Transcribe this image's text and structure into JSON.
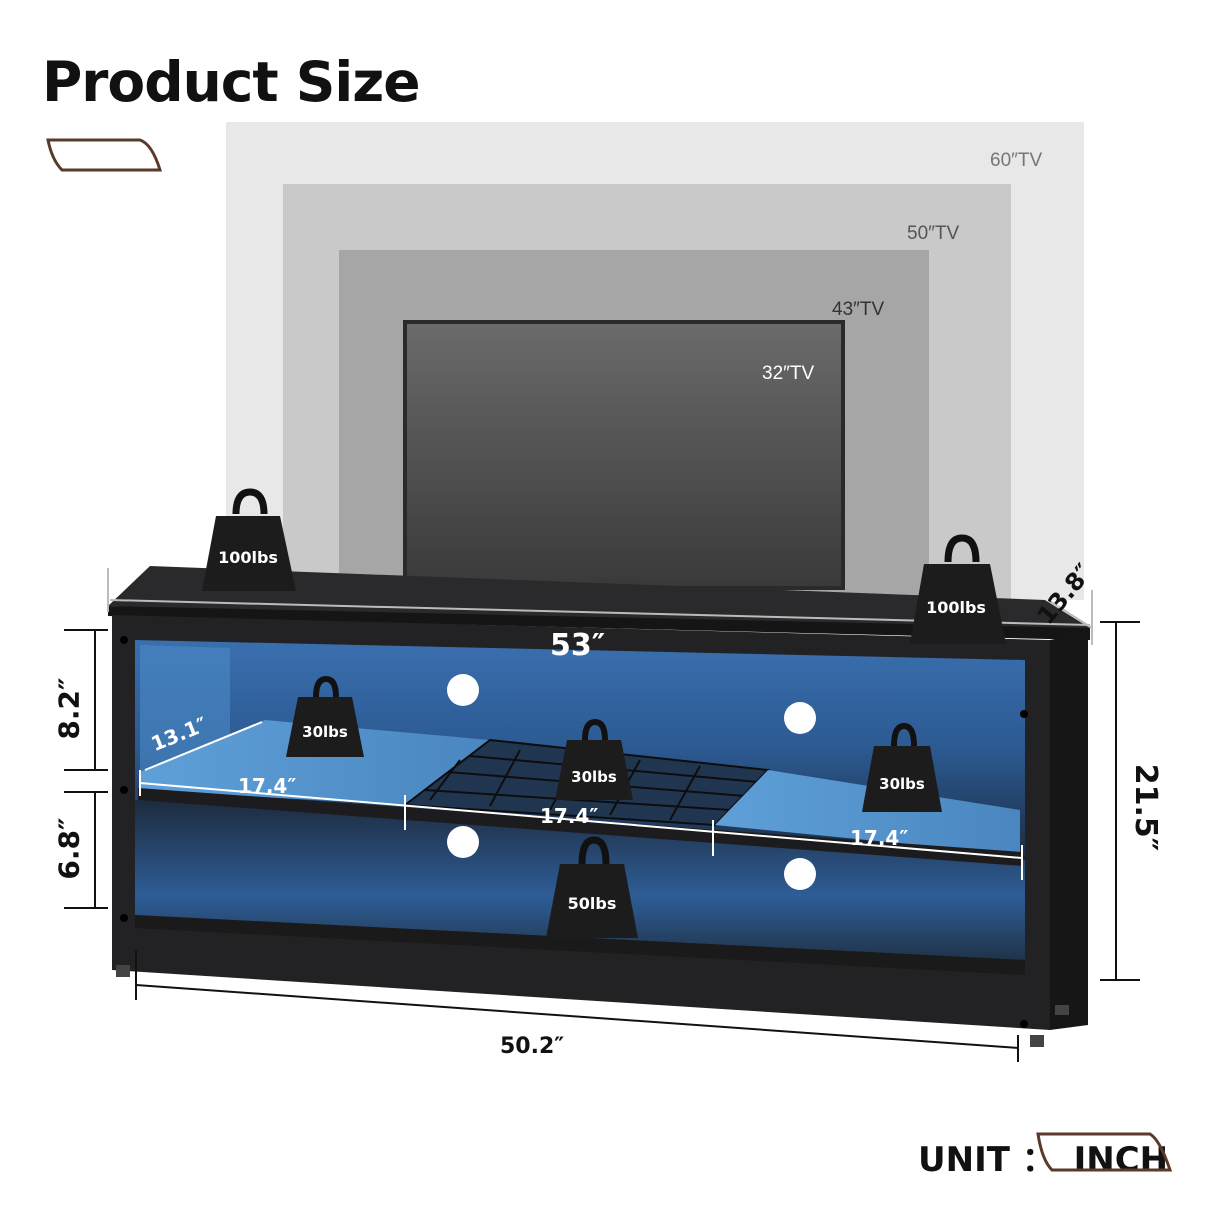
{
  "title": "Product Size",
  "tv_sizes": [
    {
      "label": "60″TV"
    },
    {
      "label": "50″TV"
    },
    {
      "label": "43″TV"
    },
    {
      "label": "32″TV"
    }
  ],
  "dimensions": {
    "width_top": "53″",
    "width_bottom": "50.2″",
    "depth": "13.8″",
    "height": "21.5″",
    "upper_shelf_height": "8.2″",
    "lower_shelf_height": "6.8″",
    "shelf_depth": "13.1″",
    "shelf_left_width": "17.4″",
    "shelf_mid_width": "17.4″",
    "shelf_right_width": "17.4″"
  },
  "weights": {
    "top_left": "100lbs",
    "top_right": "100lbs",
    "shelf_left": "30lbs",
    "shelf_mid": "30lbs",
    "shelf_right": "30lbs",
    "bottom": "50lbs"
  },
  "unit": {
    "prefix": "UNIT ：",
    "value": "INCH"
  },
  "colors": {
    "accent_brown": "#5a3a2a",
    "led_blue": "#3f7fc4",
    "cabinet_black": "#1f1f21"
  }
}
